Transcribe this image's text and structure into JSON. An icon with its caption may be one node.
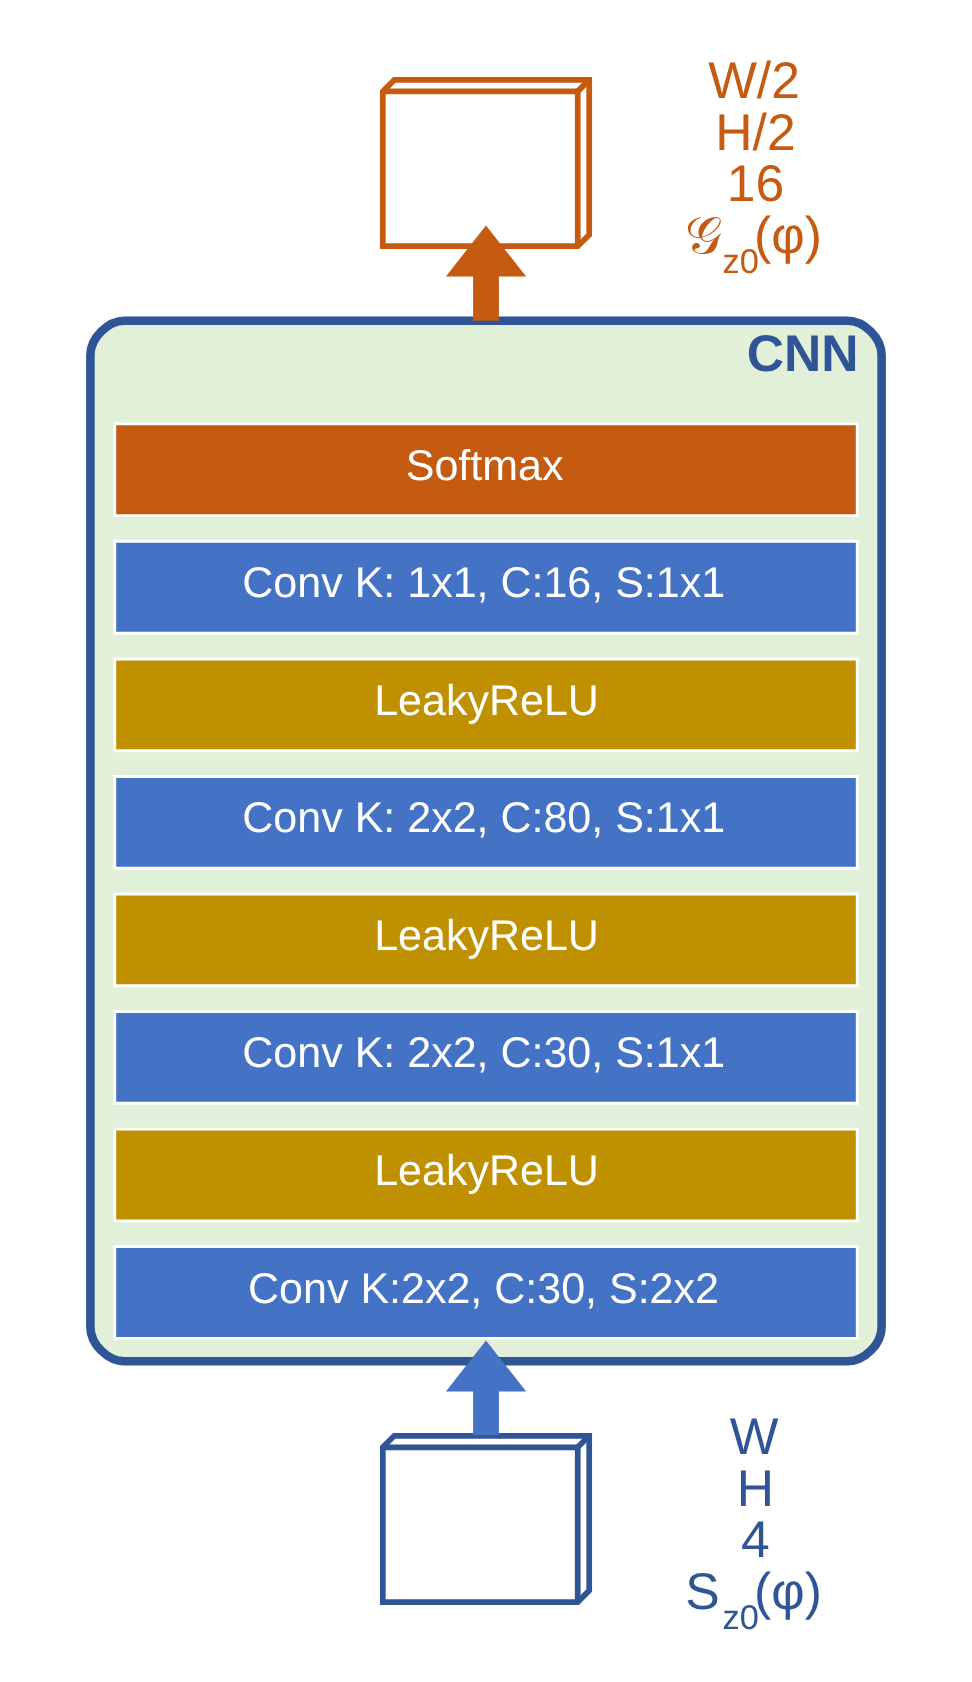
{
  "diagram": {
    "nodes": [
      {
        "text": [
          "CNN"
        ]
      },
      {
        "text": [
          "Softmax"
        ],
        "in": 0
      },
      {
        "text": [
          "Conv K: 1x1, C:16, S:1x1"
        ],
        "in": 0
      },
      {
        "text": [
          "LeakyReLU"
        ],
        "in": 0
      },
      {
        "text": [
          "Conv K: 2x2, C:80, S:1x1"
        ],
        "in": 0
      },
      {
        "text": [
          "LeakyReLU"
        ],
        "in": 0
      },
      {
        "text": [
          "Conv K: 2x2, C:30, S:1x1"
        ],
        "in": 0
      },
      {
        "text": [
          "LeakyReLU"
        ],
        "in": 0
      },
      {
        "text": [
          "Conv K:2x2, C:30, S:2x2"
        ],
        "in": 0
      },
      {
        "text": [],
        "shape": "box",
        "beside": [
          "W/2",
          "H/2",
          "16",
          "𝒢$_{z0}$(φ)"
        ]
      },
      {
        "text": [],
        "shape": "box",
        "beside": [
          "W",
          "H",
          "4",
          "S$_{z0}$(φ)"
        ]
      }
    ],
    "edges": [
      {
        "from": 10,
        "to": 0,
        "arrow": "to",
        "color": "#4472c4"
      },
      {
        "from": 0,
        "to": 9,
        "arrow": "to",
        "color": "#c55a11"
      }
    ]
  }
}
